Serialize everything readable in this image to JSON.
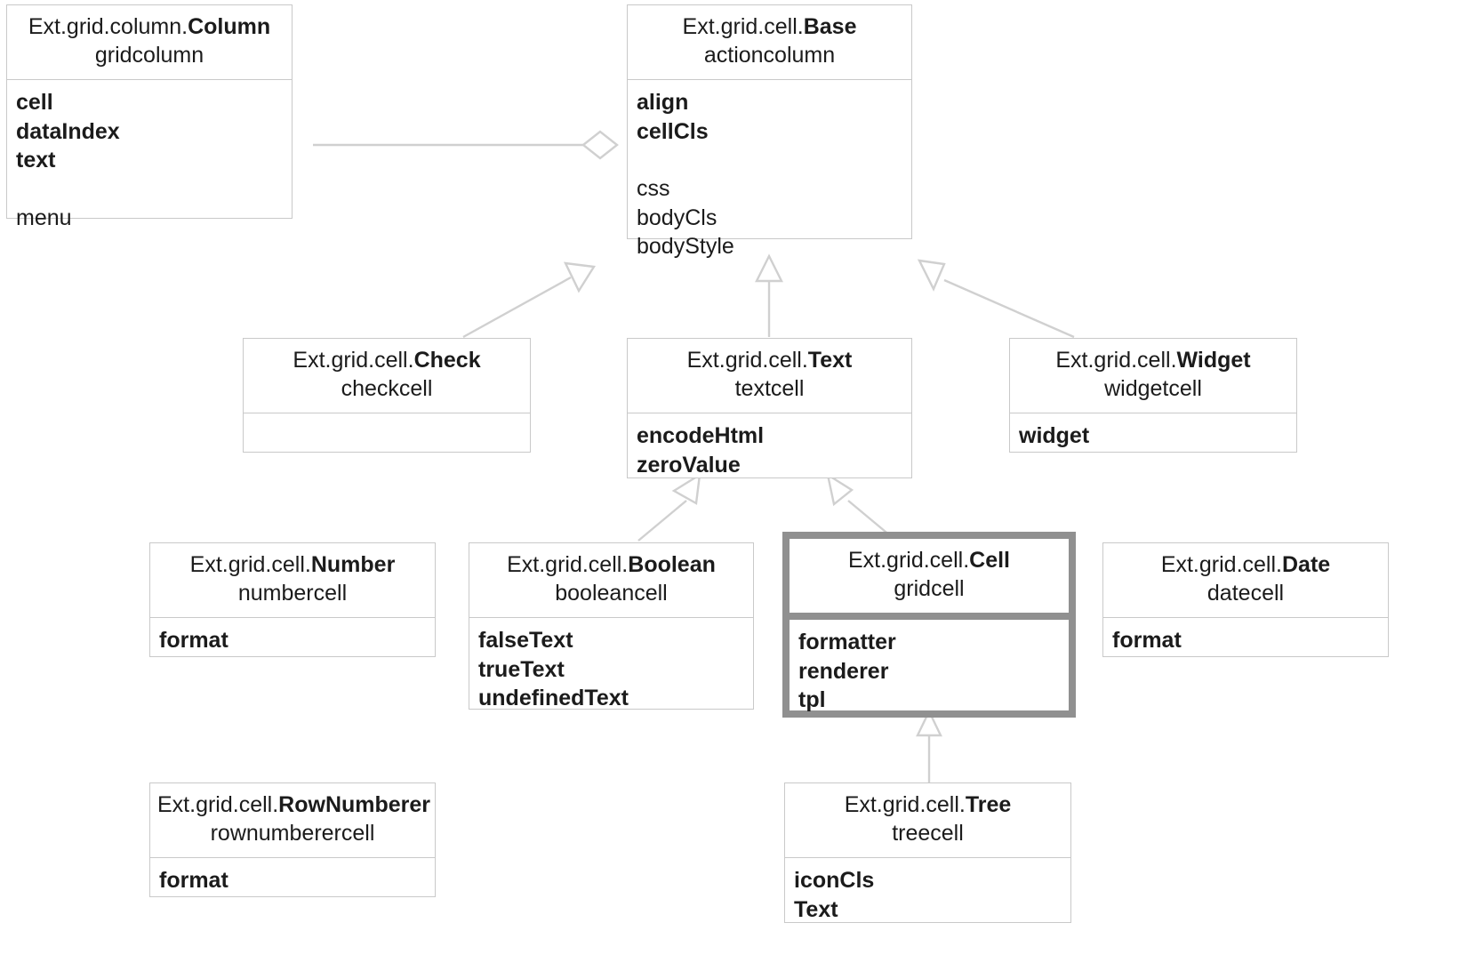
{
  "diagram": {
    "title": "Ext.grid.cell class hierarchy",
    "type": "uml-class-diagram",
    "colors": {
      "box_border": "#c9c9c9",
      "highlight_border": "#909090",
      "edge": "#d0d0d0",
      "text": "#1b1b1b",
      "background": "#ffffff"
    }
  },
  "classes": [
    {
      "id": "column",
      "namespace": "Ext.grid.column.",
      "name": "Column",
      "alias": "gridcolumn",
      "highlighted": false,
      "attributes": [
        {
          "text": "cell",
          "bold": true
        },
        {
          "text": "dataIndex",
          "bold": true
        },
        {
          "text": "text",
          "bold": true
        },
        {
          "text": "",
          "spacer": true
        },
        {
          "text": "menu",
          "bold": false
        }
      ]
    },
    {
      "id": "base",
      "namespace": "Ext.grid.cell.",
      "name": "Base",
      "alias": "actioncolumn",
      "highlighted": false,
      "attributes": [
        {
          "text": "align",
          "bold": true
        },
        {
          "text": "cellCls",
          "bold": true
        },
        {
          "text": "",
          "spacer": true
        },
        {
          "text": "css",
          "bold": false
        },
        {
          "text": "bodyCls",
          "bold": false
        },
        {
          "text": "bodyStyle",
          "bold": false
        }
      ]
    },
    {
      "id": "check",
      "namespace": "Ext.grid.cell.",
      "name": "Check",
      "alias": "checkcell",
      "highlighted": false,
      "attributes": []
    },
    {
      "id": "text",
      "namespace": "Ext.grid.cell.",
      "name": "Text",
      "alias": "textcell",
      "highlighted": false,
      "attributes": [
        {
          "text": "encodeHtml",
          "bold": true
        },
        {
          "text": "zeroValue",
          "bold": true
        }
      ]
    },
    {
      "id": "widget",
      "namespace": "Ext.grid.cell.",
      "name": "Widget",
      "alias": "widgetcell",
      "highlighted": false,
      "attributes": [
        {
          "text": "widget",
          "bold": true
        }
      ]
    },
    {
      "id": "number",
      "namespace": "Ext.grid.cell.",
      "name": "Number",
      "alias": "numbercell",
      "highlighted": false,
      "attributes": [
        {
          "text": "format",
          "bold": true
        }
      ]
    },
    {
      "id": "boolean",
      "namespace": "Ext.grid.cell.",
      "name": "Boolean",
      "alias": "booleancell",
      "highlighted": false,
      "attributes": [
        {
          "text": "falseText",
          "bold": true
        },
        {
          "text": "trueText",
          "bold": true
        },
        {
          "text": "undefinedText",
          "bold": true
        }
      ]
    },
    {
      "id": "cell",
      "namespace": "Ext.grid.cell.",
      "name": "Cell",
      "alias": "gridcell",
      "highlighted": true,
      "attributes": [
        {
          "text": "formatter",
          "bold": true
        },
        {
          "text": "renderer",
          "bold": true
        },
        {
          "text": "tpl",
          "bold": true
        }
      ]
    },
    {
      "id": "date",
      "namespace": "Ext.grid.cell.",
      "name": "Date",
      "alias": "datecell",
      "highlighted": false,
      "attributes": [
        {
          "text": "format",
          "bold": true
        }
      ]
    },
    {
      "id": "rownumberer",
      "namespace": "Ext.grid.cell.",
      "name": "RowNumberer",
      "alias": "rownumberercell",
      "highlighted": false,
      "attributes": [
        {
          "text": "format",
          "bold": true
        }
      ]
    },
    {
      "id": "tree",
      "namespace": "Ext.grid.cell.",
      "name": "Tree",
      "alias": "treecell",
      "highlighted": false,
      "attributes": [
        {
          "text": "iconCls",
          "bold": true
        },
        {
          "text": "Text",
          "bold": true
        }
      ]
    }
  ],
  "relations": [
    {
      "from": "column",
      "to": "base",
      "kind": "aggregation"
    },
    {
      "from": "check",
      "to": "base",
      "kind": "generalization"
    },
    {
      "from": "text",
      "to": "base",
      "kind": "generalization"
    },
    {
      "from": "widget",
      "to": "base",
      "kind": "generalization"
    },
    {
      "from": "boolean",
      "to": "text",
      "kind": "generalization"
    },
    {
      "from": "cell",
      "to": "text",
      "kind": "generalization"
    },
    {
      "from": "tree",
      "to": "cell",
      "kind": "generalization"
    }
  ]
}
